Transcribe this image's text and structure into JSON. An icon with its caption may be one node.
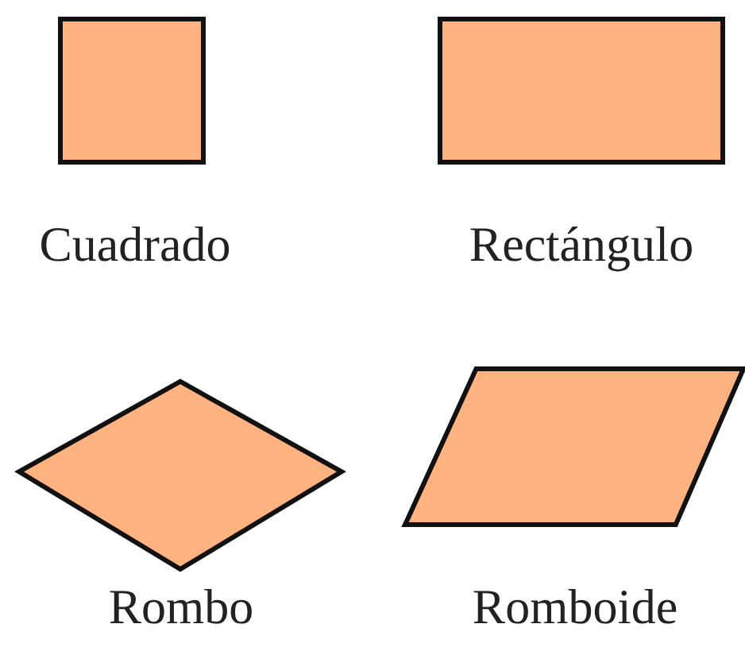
{
  "diagram": {
    "nodes": [
      {
        "text": [],
        "shape": "square",
        "beside": [
          "Cuadrado"
        ]
      },
      {
        "text": [],
        "shape": "rectangle",
        "beside": [
          "Rectángulo"
        ]
      },
      {
        "text": [],
        "shape": "diamond",
        "beside": [
          "Rombo"
        ]
      },
      {
        "text": [],
        "shape": "parallelogram",
        "beside": [
          "Romboide"
        ]
      }
    ]
  }
}
